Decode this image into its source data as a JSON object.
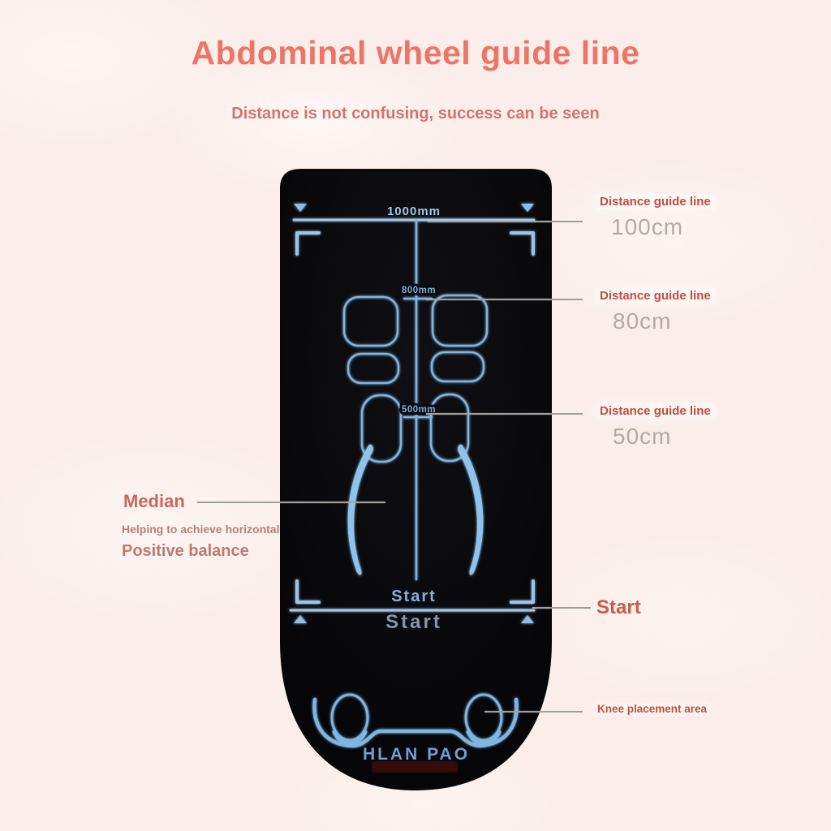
{
  "page": {
    "title": "Abdominal wheel guide line",
    "subtitle": "Distance is not confusing, success can be seen"
  },
  "mat": {
    "top_measure": "1000mm",
    "mid_measure": "800mm",
    "low_measure": "500mm",
    "start_upper": "Start",
    "start_lower": "Start",
    "brand": "HLAN PAO",
    "line_color": "#7fb5e2",
    "mat_color": "#08080b"
  },
  "annotations": {
    "right": [
      {
        "label": "Distance guide line",
        "value": "100cm"
      },
      {
        "label": "Distance guide line",
        "value": "80cm"
      },
      {
        "label": "Distance guide line",
        "value": "50cm"
      }
    ],
    "start_label": "Start",
    "knee_label": "Knee placement area",
    "median": {
      "title": "Median",
      "line1": "Helping to achieve horizontal",
      "line2": "Positive balance"
    }
  },
  "colors": {
    "background": "#fbeeea",
    "title": "#ee7566",
    "subtitle": "#d5736c",
    "annotation_red": "#bf4e40",
    "annotation_gray": "#b3aaa7",
    "callout_line": "#a09e9b"
  }
}
